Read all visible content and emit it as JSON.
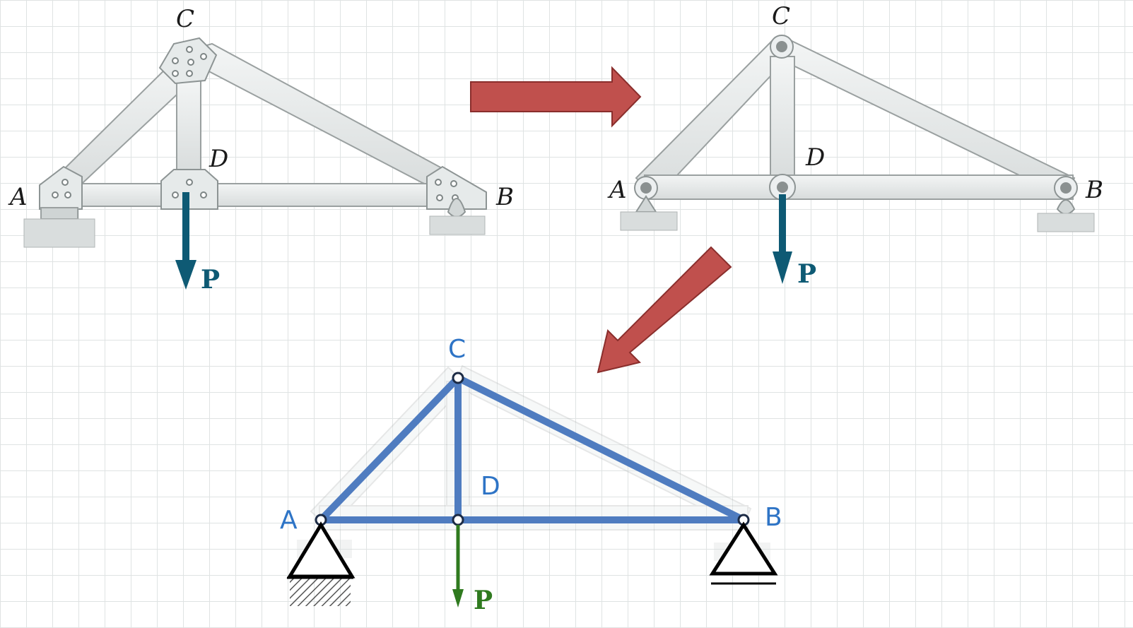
{
  "colors": {
    "member_fill": "#e8ecec",
    "member_stroke": "#9aa0a0",
    "load_teal": "#0e5a74",
    "arrow_red": "#c0504d",
    "blue_member": "#4f7cc0",
    "blue_label": "#2e74c6",
    "green_load": "#2f7a1f"
  },
  "panel1": {
    "labels": {
      "a": "A",
      "b": "B",
      "c": "C",
      "d": "D"
    },
    "load": "P"
  },
  "panel2": {
    "labels": {
      "a": "A",
      "b": "B",
      "c": "C",
      "d": "D"
    },
    "load": "P"
  },
  "panel3": {
    "labels": {
      "a": "A",
      "b": "B",
      "c": "C",
      "d": "D"
    },
    "load": "P"
  }
}
